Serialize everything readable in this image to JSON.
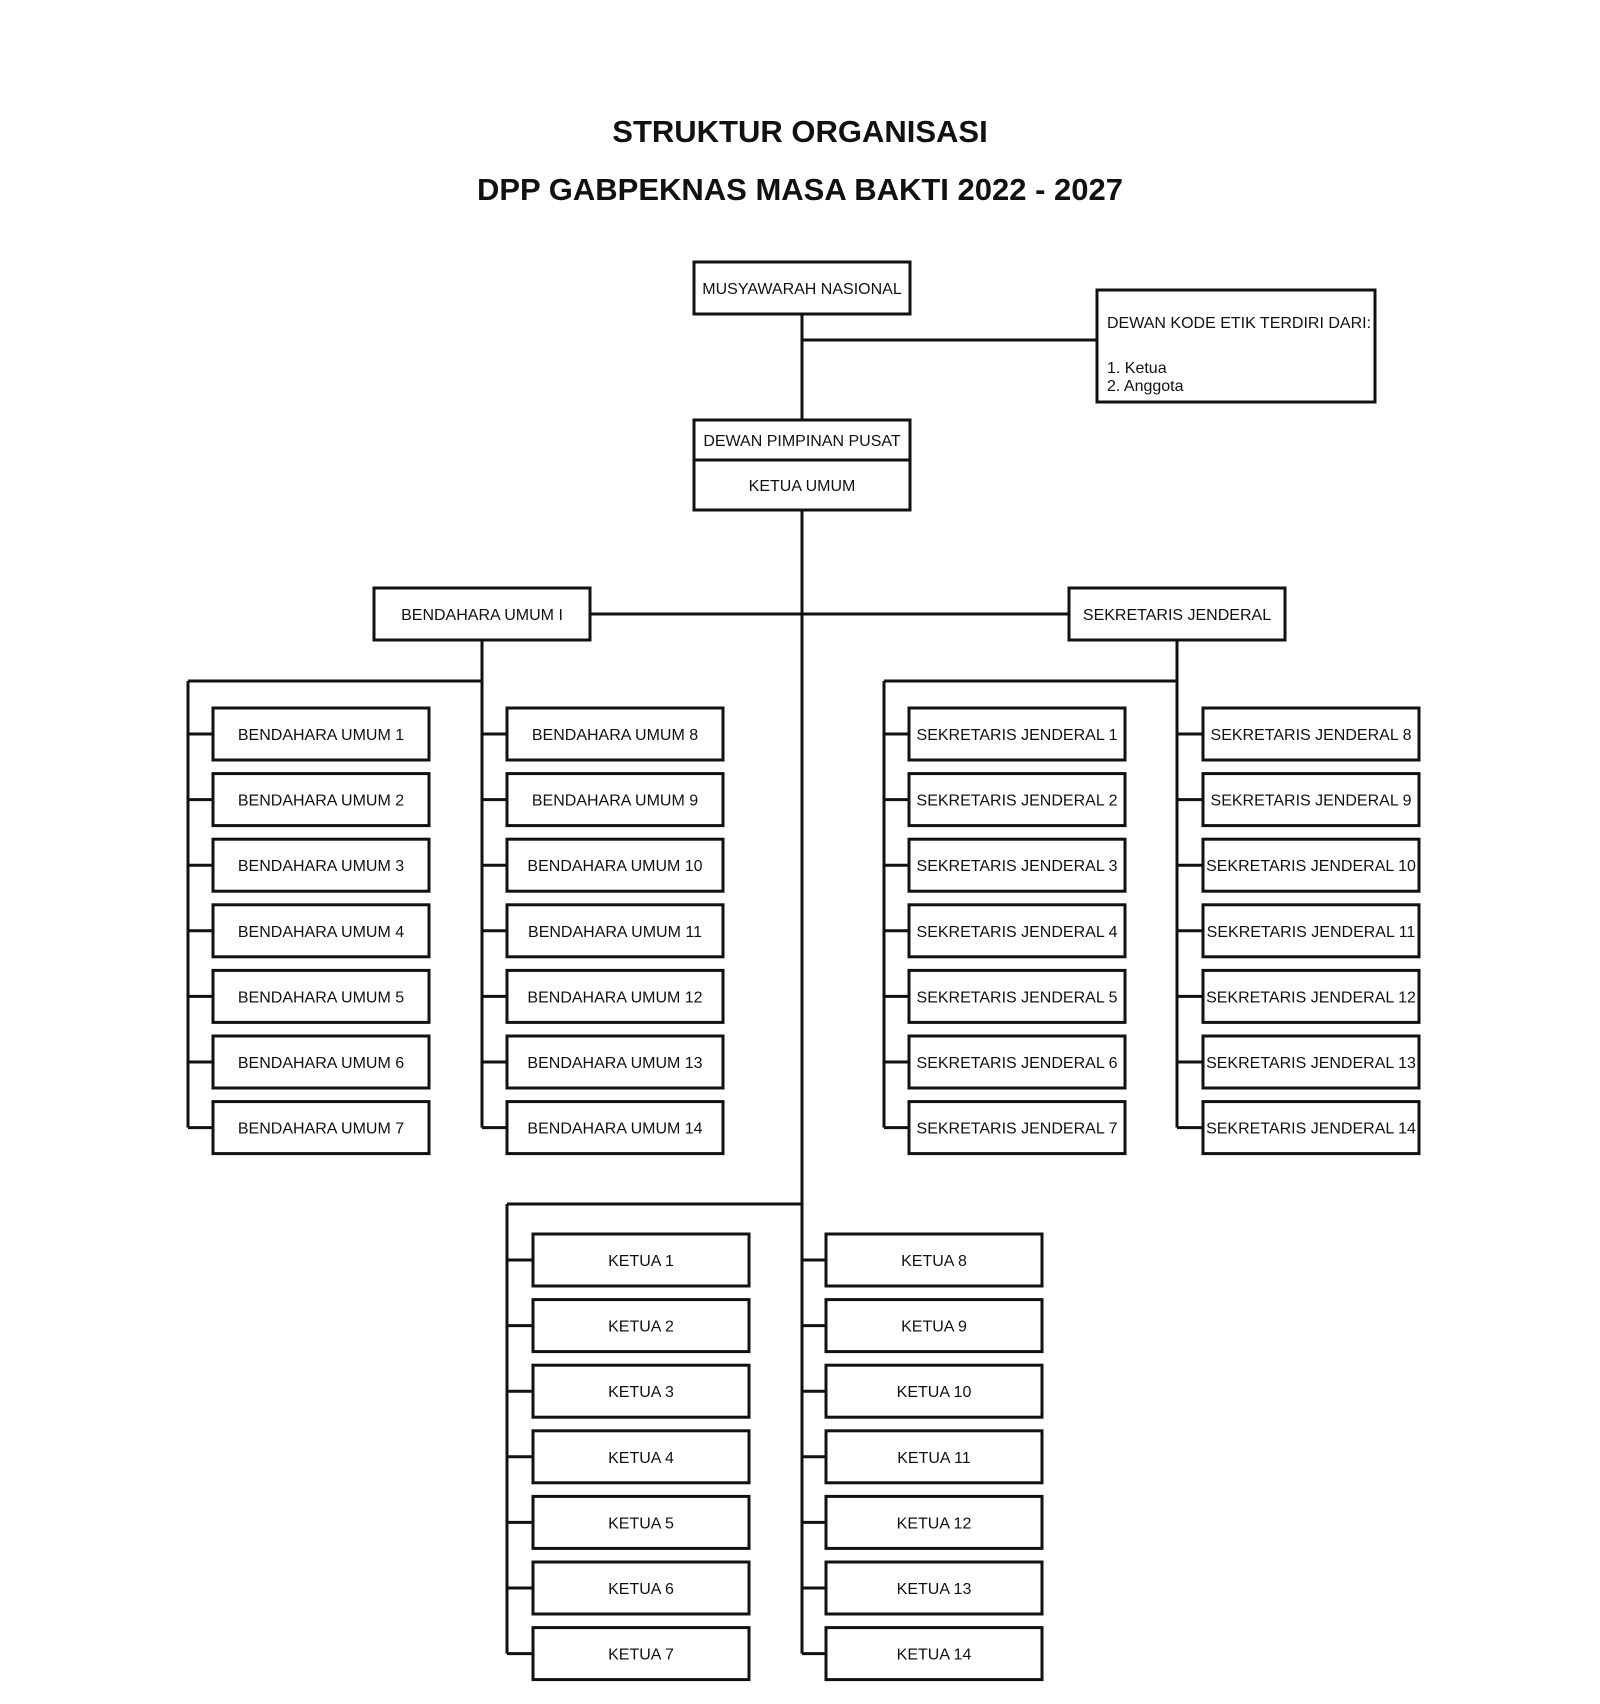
{
  "title": {
    "line1": "STRUKTUR  ORGANISASI",
    "line2": "DPP GABPEKNAS MASA BAKTI 2022 - 2027"
  },
  "top": {
    "musyawarah": "MUSYAWARAH NASIONAL",
    "dewan_kode_etik": {
      "heading": "DEWAN KODE ETIK TERDIRI DARI:",
      "items": [
        "1. Ketua",
        "2. Anggota"
      ]
    },
    "dpp_header": "DEWAN PIMPINAN PUSAT",
    "dpp_chair": "KETUA UMUM"
  },
  "bendahara": {
    "head": "BENDAHARA UMUM I",
    "col1": [
      "BENDAHARA UMUM 1",
      "BENDAHARA UMUM 2",
      "BENDAHARA UMUM 3",
      "BENDAHARA UMUM 4",
      "BENDAHARA UMUM 5",
      "BENDAHARA UMUM 6",
      "BENDAHARA UMUM 7"
    ],
    "col2": [
      "BENDAHARA UMUM 8",
      "BENDAHARA UMUM 9",
      "BENDAHARA UMUM 10",
      "BENDAHARA UMUM 11",
      "BENDAHARA UMUM 12",
      "BENDAHARA UMUM 13",
      "BENDAHARA UMUM 14"
    ]
  },
  "sekretaris": {
    "head": "SEKRETARIS JENDERAL",
    "col1": [
      "SEKRETARIS JENDERAL 1",
      "SEKRETARIS JENDERAL 2",
      "SEKRETARIS JENDERAL 3",
      "SEKRETARIS JENDERAL 4",
      "SEKRETARIS JENDERAL 5",
      "SEKRETARIS JENDERAL 6",
      "SEKRETARIS JENDERAL 7"
    ],
    "col2": [
      "SEKRETARIS JENDERAL 8",
      "SEKRETARIS JENDERAL 9",
      "SEKRETARIS JENDERAL 10",
      "SEKRETARIS JENDERAL 11",
      "SEKRETARIS JENDERAL 12",
      "SEKRETARIS JENDERAL 13",
      "SEKRETARIS JENDERAL 14"
    ]
  },
  "ketua": {
    "col1": [
      "KETUA 1",
      "KETUA 2",
      "KETUA 3",
      "KETUA 4",
      "KETUA 5",
      "KETUA 6",
      "KETUA 7"
    ],
    "col2": [
      "KETUA 8",
      "KETUA 9",
      "KETUA 10",
      "KETUA 11",
      "KETUA 12",
      "KETUA 13",
      "KETUA 14"
    ]
  }
}
